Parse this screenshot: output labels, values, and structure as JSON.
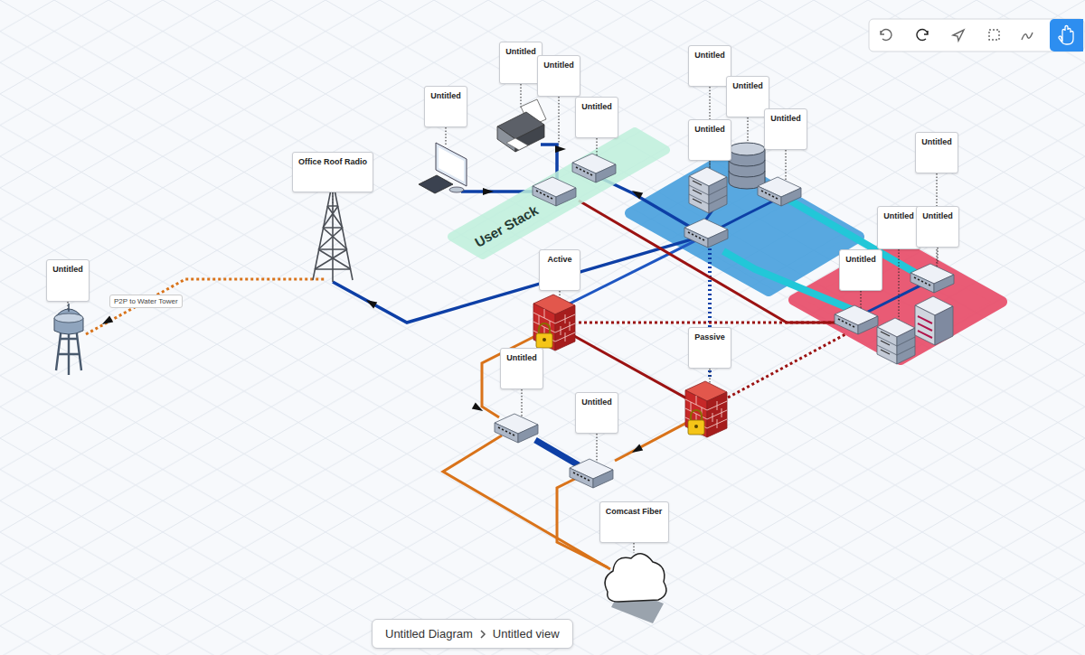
{
  "diagram": {
    "nodes": [
      {
        "text": [
          "Untitled"
        ]
      },
      {
        "text": [
          "Untitled"
        ]
      },
      {
        "text": [
          "Untitled"
        ]
      },
      {
        "text": [
          "Untitled"
        ]
      },
      {
        "text": [
          "Untitled"
        ]
      },
      {
        "text": [
          "Untitled"
        ]
      },
      {
        "text": [
          "Untitled"
        ]
      },
      {
        "text": [
          "Untitled"
        ]
      },
      {
        "text": [
          "Untitled"
        ]
      },
      {
        "text": [
          "Office Roof Radio"
        ]
      },
      {
        "text": [
          "User Stack"
        ]
      },
      {
        "text": [
          "Untitled"
        ]
      },
      {
        "text": [
          "Untitled"
        ]
      },
      {
        "text": [
          "Active"
        ]
      },
      {
        "text": [
          "Untitled"
        ]
      },
      {
        "text": [
          "Untitled"
        ]
      },
      {
        "text": [
          "Passive"
        ]
      },
      {
        "text": [
          "Untitled"
        ]
      },
      {
        "text": [
          "Untitled"
        ]
      },
      {
        "text": [
          "Comcast Fiber"
        ]
      },
      {
        "text": [
          "Untitled Diagram",
          "Untitled view"
        ]
      }
    ],
    "labels": [
      "P2P to Water Tower"
    ]
  }
}
